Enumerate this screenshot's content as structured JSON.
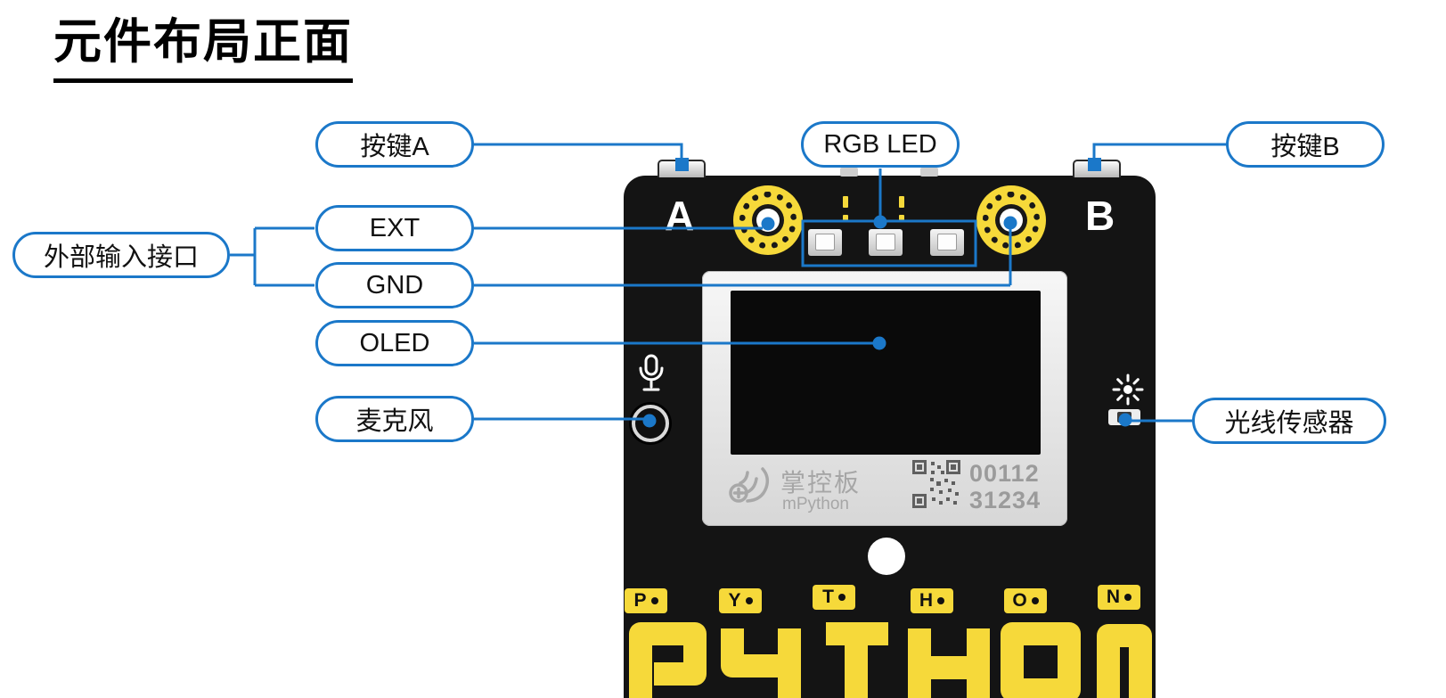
{
  "title": "元件布局正面",
  "callouts": {
    "button_a": {
      "label": "按键A"
    },
    "rgb_led": {
      "label": "RGB LED"
    },
    "button_b": {
      "label": "按键B"
    },
    "external_input": {
      "label": "外部输入接口"
    },
    "ext": {
      "label": "EXT"
    },
    "gnd": {
      "label": "GND"
    },
    "oled": {
      "label": "OLED"
    },
    "microphone": {
      "label": "麦克风"
    },
    "light_sensor": {
      "label": "光线传感器"
    }
  },
  "board": {
    "button_a_letter": "A",
    "button_b_letter": "B",
    "logo_cn": "掌控板",
    "logo_en": "mPython",
    "serial": {
      "line1": "00112",
      "line2": "31234"
    },
    "touch_pads": [
      {
        "label": "P"
      },
      {
        "label": "Y"
      },
      {
        "label": "T"
      },
      {
        "label": "H"
      },
      {
        "label": "O"
      },
      {
        "label": "N"
      }
    ]
  },
  "icons": {
    "microphone": "mic-icon",
    "light_sensor": "sun-icon",
    "qr": "qr-code",
    "brand_logo": "hand-logo"
  },
  "colors": {
    "accent_blue": "#1b78c9",
    "board_black": "#141414",
    "pad_yellow": "#f6d93a",
    "module_silver": "#ececec",
    "serial_gray": "#9b9b9b"
  }
}
